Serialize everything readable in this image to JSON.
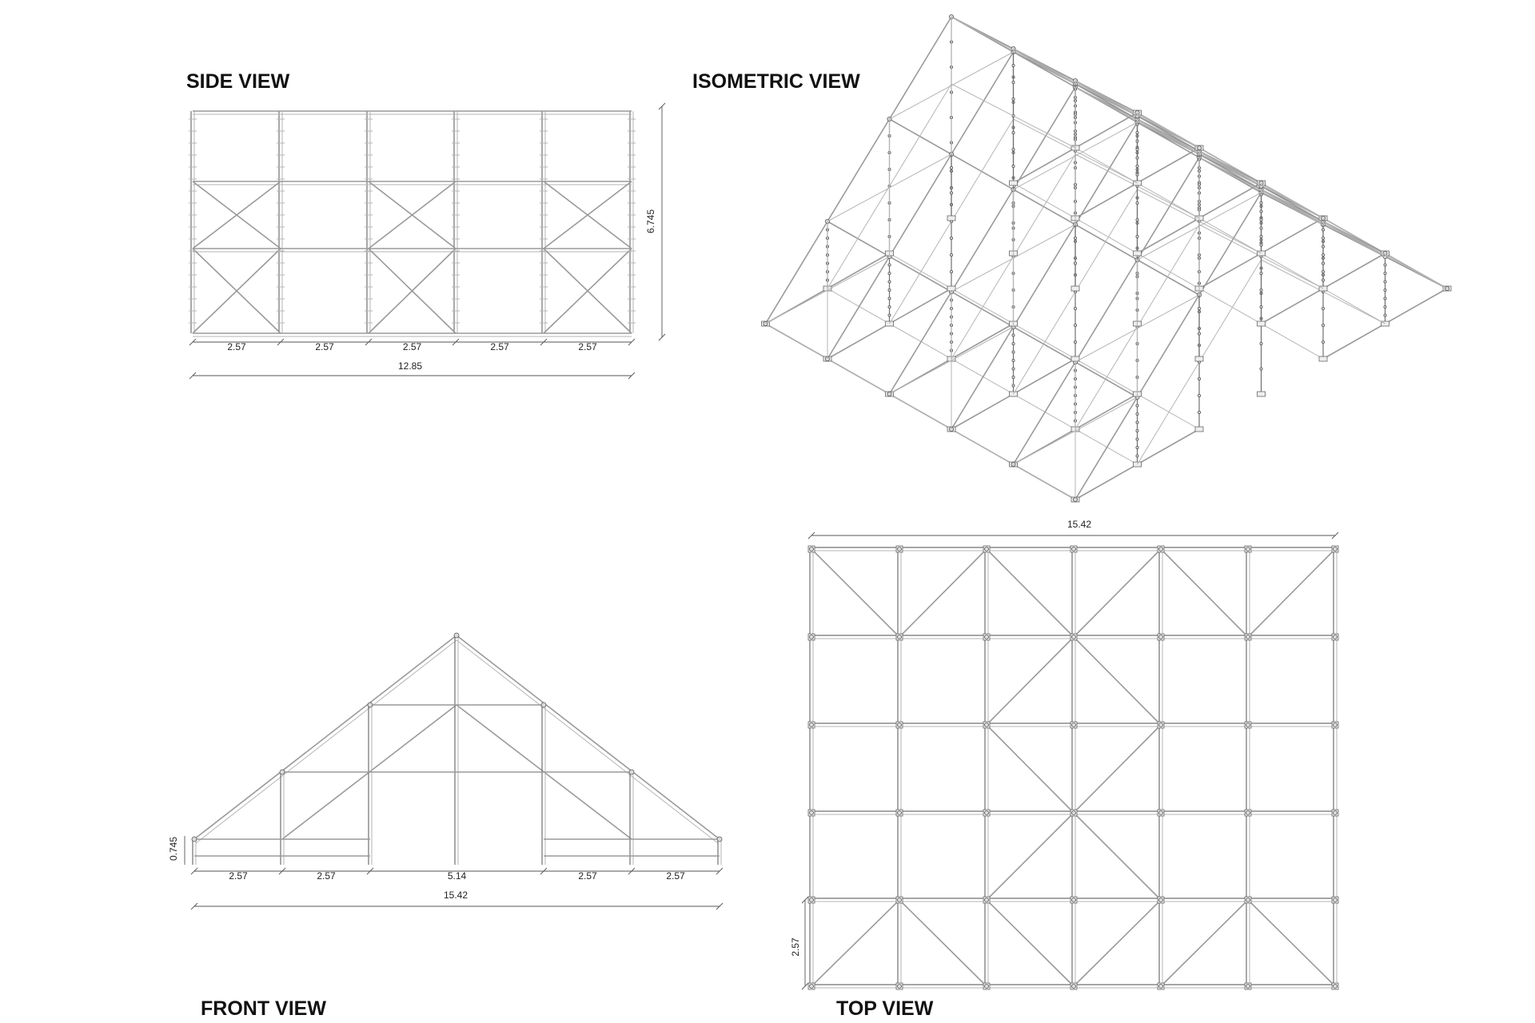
{
  "views": {
    "side": {
      "title": "SIDE VIEW",
      "bay_labels": [
        "2.57",
        "2.57",
        "2.57",
        "2.57",
        "2.57"
      ],
      "total_label": "12.85",
      "height_label": "6.745"
    },
    "isometric": {
      "title": "ISOMETRIC VIEW"
    },
    "front": {
      "title": "FRONT VIEW",
      "bay_labels": [
        "2.57",
        "2.57",
        "5.14",
        "2.57",
        "2.57"
      ],
      "total_label": "15.42",
      "height_label": "0.745"
    },
    "top": {
      "title": "TOP VIEW",
      "width_label": "15.42",
      "bay_label": "2.57"
    }
  }
}
